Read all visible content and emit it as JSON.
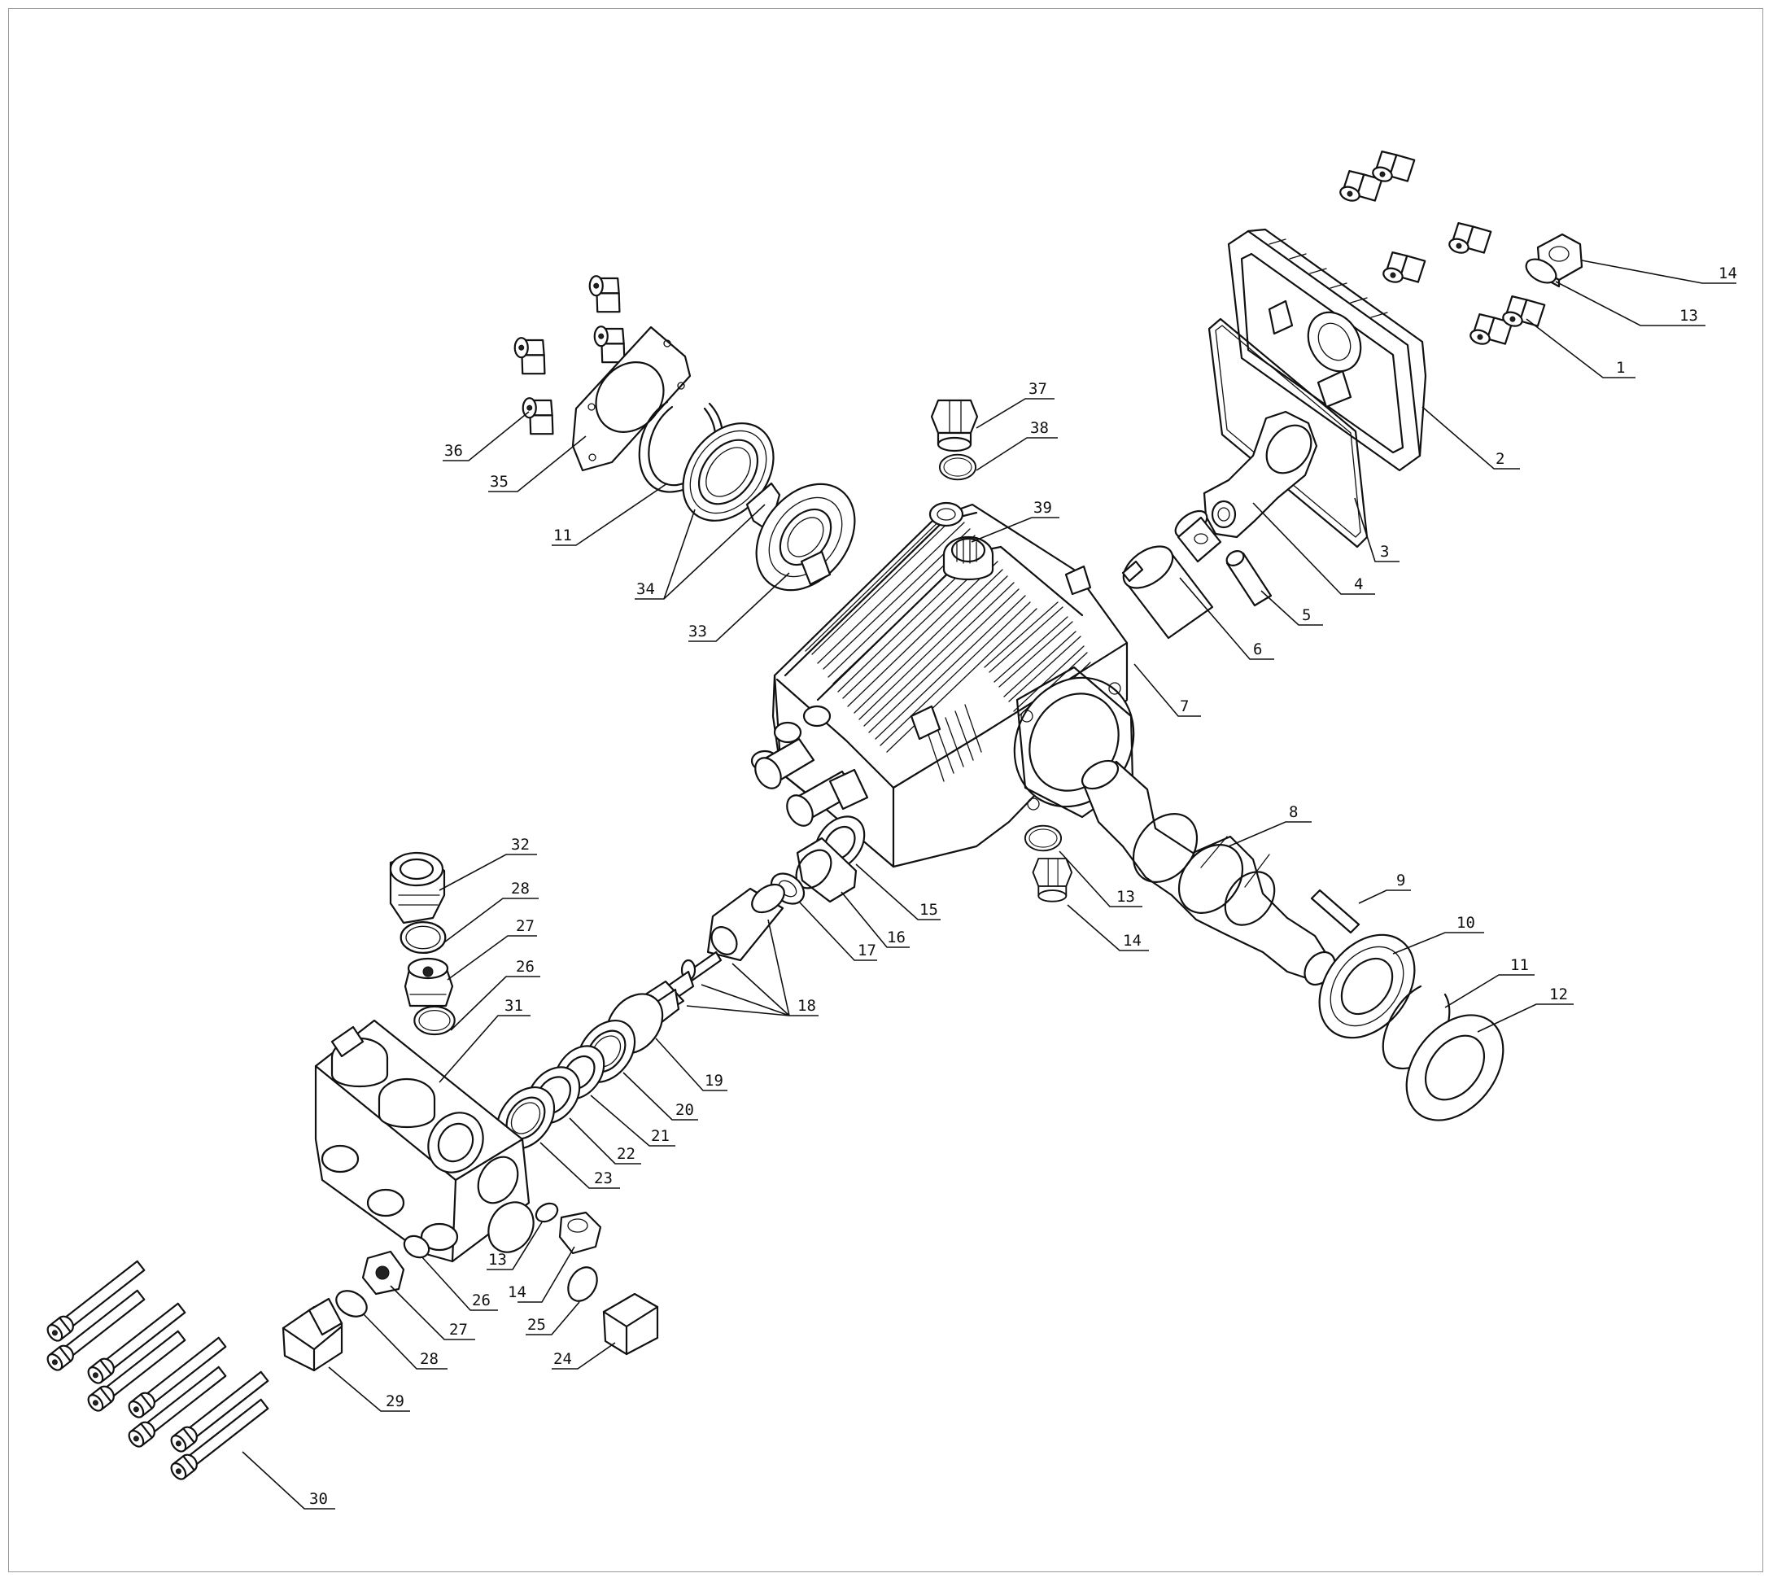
{
  "diagram": {
    "type": "exploded-parts-view",
    "callouts": [
      {
        "label": "1"
      },
      {
        "label": "2"
      },
      {
        "label": "3"
      },
      {
        "label": "4"
      },
      {
        "label": "5"
      },
      {
        "label": "6"
      },
      {
        "label": "7"
      },
      {
        "label": "8"
      },
      {
        "label": "9"
      },
      {
        "label": "10"
      },
      {
        "label": "11"
      },
      {
        "label": "11"
      },
      {
        "label": "12"
      },
      {
        "label": "13"
      },
      {
        "label": "13"
      },
      {
        "label": "13"
      },
      {
        "label": "14"
      },
      {
        "label": "14"
      },
      {
        "label": "14"
      },
      {
        "label": "15"
      },
      {
        "label": "16"
      },
      {
        "label": "17"
      },
      {
        "label": "18"
      },
      {
        "label": "19"
      },
      {
        "label": "20"
      },
      {
        "label": "21"
      },
      {
        "label": "22"
      },
      {
        "label": "23"
      },
      {
        "label": "24"
      },
      {
        "label": "25"
      },
      {
        "label": "26"
      },
      {
        "label": "26"
      },
      {
        "label": "27"
      },
      {
        "label": "27"
      },
      {
        "label": "28"
      },
      {
        "label": "28"
      },
      {
        "label": "29"
      },
      {
        "label": "30"
      },
      {
        "label": "31"
      },
      {
        "label": "32"
      },
      {
        "label": "33"
      },
      {
        "label": "34"
      },
      {
        "label": "35"
      },
      {
        "label": "36"
      },
      {
        "label": "37"
      },
      {
        "label": "38"
      },
      {
        "label": "39"
      }
    ]
  }
}
